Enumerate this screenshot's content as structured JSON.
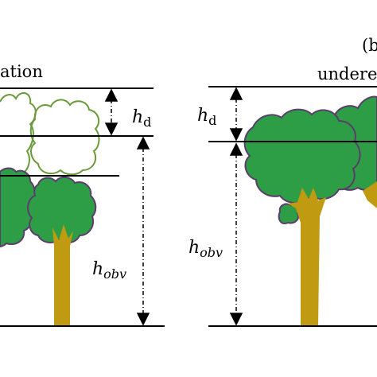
{
  "panel_left": {
    "caption": "ation",
    "h_d_base": "h",
    "h_d_sub": "d",
    "h_obv_base": "h",
    "h_obv_sub": "obv"
  },
  "panel_right": {
    "panel_label": "(b",
    "caption": "underes",
    "h_d_base": "h",
    "h_d_sub": "d",
    "h_obv_base": "h",
    "h_obv_sub": "obv"
  },
  "colors": {
    "canopy_fill": "#2e9e46",
    "canopy_stroke": "#5a3d6b",
    "outline_canopy": "#6a9a3a",
    "trunk": "#c09a10",
    "line": "#000000"
  }
}
